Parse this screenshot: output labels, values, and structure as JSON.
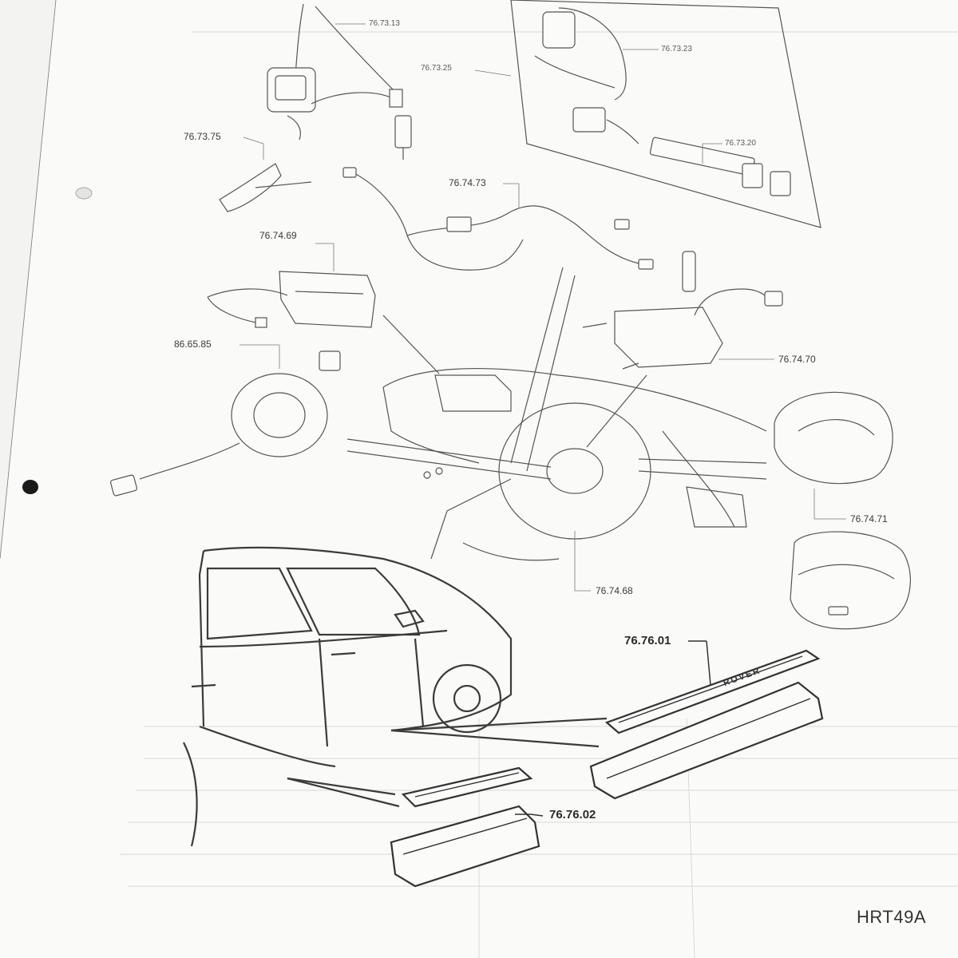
{
  "diagram": {
    "labels": [
      {
        "id": "l1",
        "text": "76.73.13"
      },
      {
        "id": "l2",
        "text": "76.73.23"
      },
      {
        "id": "l3",
        "text": "76.73.25"
      },
      {
        "id": "l4",
        "text": "76.73.20"
      },
      {
        "id": "l5",
        "text": "76.73.75"
      },
      {
        "id": "l6",
        "text": "76.74.73"
      },
      {
        "id": "l7",
        "text": "76.74.69"
      },
      {
        "id": "l8",
        "text": "86.65.85"
      },
      {
        "id": "l9",
        "text": "76.74.70"
      },
      {
        "id": "l10",
        "text": "76.74.71"
      },
      {
        "id": "l11",
        "text": "76.74.68"
      },
      {
        "id": "l12",
        "text": "76.76.01"
      },
      {
        "id": "l13",
        "text": "76.76.02"
      }
    ],
    "sill_plate_text": "ROVER",
    "reference_code": "HRT49A"
  }
}
